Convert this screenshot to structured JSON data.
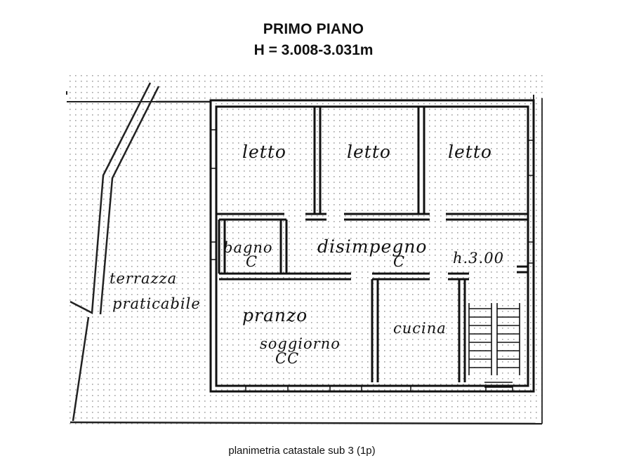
{
  "header": {
    "title": "PRIMO PIANO",
    "subtitle": "H = 3.008-3.031m"
  },
  "rooms": {
    "bedroom_1": "letto",
    "bedroom_2": "letto",
    "bedroom_3": "letto",
    "bathroom": "bagno",
    "bathroom_mark": "C",
    "hallway": "disimpegno",
    "hallway_mark": "C",
    "height_note": "h.3.00",
    "terrace_line1": "terrazza",
    "terrace_line2": "praticabile",
    "dining": "pranzo",
    "living": "soggiorno",
    "living_mark": "CC",
    "kitchen": "cucina"
  },
  "caption": "planimetria catastale sub 3 (1p)"
}
